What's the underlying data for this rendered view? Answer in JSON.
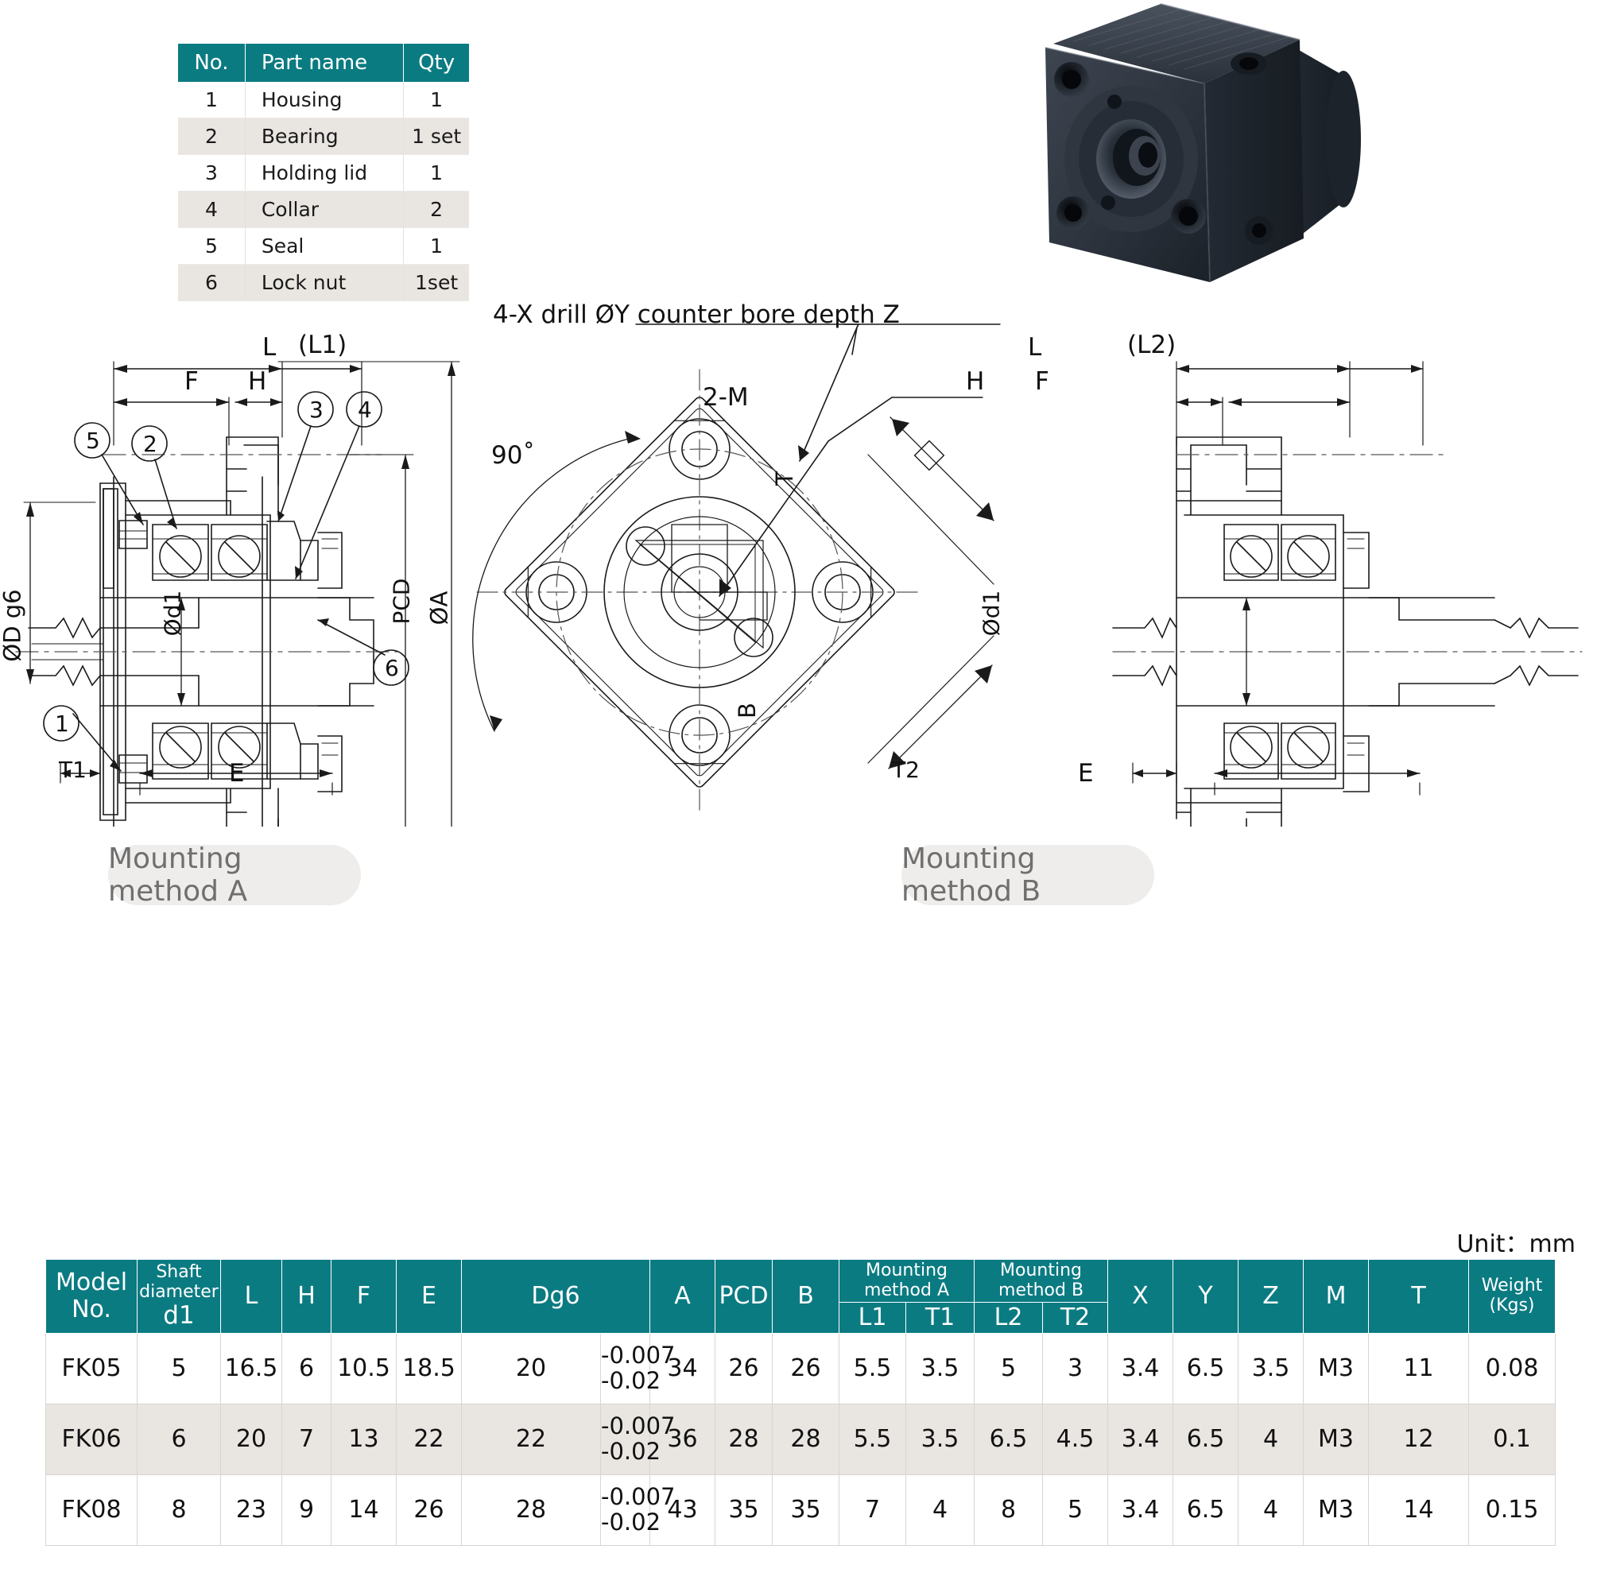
{
  "parts_table": {
    "headers": [
      "No.",
      "Part name",
      "Qty"
    ],
    "rows": [
      {
        "no": "1",
        "name": "Housing",
        "qty": "1"
      },
      {
        "no": "2",
        "name": "Bearing",
        "qty": "1 set"
      },
      {
        "no": "3",
        "name": "Holding lid",
        "qty": "1"
      },
      {
        "no": "4",
        "name": "Collar",
        "qty": "2"
      },
      {
        "no": "5",
        "name": "Seal",
        "qty": "1"
      },
      {
        "no": "6",
        "name": "Lock nut",
        "qty": "1set"
      }
    ]
  },
  "drawings": {
    "note_drill": "4-X drill ØY counter bore depth Z",
    "note_thread": "2-M",
    "angle": "90˚",
    "left_view": {
      "dim_L": "L",
      "dim_L1": "(L1)",
      "dim_F": "F",
      "dim_H": "H",
      "dim_E": "E",
      "dim_T1": "T1",
      "dim_D": "ØD g6",
      "dim_d1": "Ød1",
      "dim_PCD": "PCD",
      "dim_A": "ØA",
      "balloons": [
        "5",
        "2",
        "3",
        "4",
        "1",
        "6"
      ]
    },
    "front_view": {
      "dim_B": "B",
      "dim_T": "T"
    },
    "right_view": {
      "dim_L": "L",
      "dim_L2": "(L2)",
      "dim_H": "H",
      "dim_F": "F",
      "dim_E": "E",
      "dim_T2": "T2",
      "dim_d1": "Ød1"
    },
    "badge_a": "Mounting method A",
    "badge_b": "Mounting method B"
  },
  "unit_note": "Unit：mm",
  "spec_table": {
    "headers": {
      "model": "Model No.",
      "shaft_diameter_small": "Shaft",
      "shaft_diameter_small2": "diameter",
      "shaft_diameter_big": "d1",
      "L": "L",
      "H": "H",
      "F": "F",
      "E": "E",
      "Dg6": "Dg6",
      "A": "A",
      "PCD": "PCD",
      "B": "B",
      "mounting_a_l1": "Mounting",
      "mounting_a_l2": "method A",
      "mounting_b_l1": "Mounting",
      "mounting_b_l2": "method B",
      "L1": "L1",
      "T1": "T1",
      "L2": "L2",
      "T2": "T2",
      "X": "X",
      "Y": "Y",
      "Z": "Z",
      "M": "M",
      "T": "T",
      "weight_l1": "Weight",
      "weight_l2": "(Kgs)"
    },
    "rows": [
      {
        "model": "FK05",
        "d1": "5",
        "L": "16.5",
        "H": "6",
        "F": "10.5",
        "E": "18.5",
        "Dg6": "20",
        "Dg6_tol_up": "-0.007",
        "Dg6_tol_low": "-0.02",
        "A": "34",
        "PCD": "26",
        "B": "26",
        "L1": "5.5",
        "T1": "3.5",
        "L2": "5",
        "T2": "3",
        "X": "3.4",
        "Y": "6.5",
        "Z": "3.5",
        "M": "M3",
        "T": "11",
        "weight": "0.08"
      },
      {
        "model": "FK06",
        "d1": "6",
        "L": "20",
        "H": "7",
        "F": "13",
        "E": "22",
        "Dg6": "22",
        "Dg6_tol_up": "-0.007",
        "Dg6_tol_low": "-0.02",
        "A": "36",
        "PCD": "28",
        "B": "28",
        "L1": "5.5",
        "T1": "3.5",
        "L2": "6.5",
        "T2": "4.5",
        "X": "3.4",
        "Y": "6.5",
        "Z": "4",
        "M": "M3",
        "T": "12",
        "weight": "0.1"
      },
      {
        "model": "FK08",
        "d1": "8",
        "L": "23",
        "H": "9",
        "F": "14",
        "E": "26",
        "Dg6": "28",
        "Dg6_tol_up": "-0.007",
        "Dg6_tol_low": "-0.02",
        "A": "43",
        "PCD": "35",
        "B": "35",
        "L1": "7",
        "T1": "4",
        "L2": "8",
        "T2": "5",
        "X": "3.4",
        "Y": "6.5",
        "Z": "4",
        "M": "M3",
        "T": "14",
        "weight": "0.15"
      }
    ]
  },
  "colors": {
    "header_teal": "#0b7b82",
    "row_alt": "#e9e5e1",
    "badge_bg": "#efedeb",
    "badge_text": "#6f6f6f"
  }
}
